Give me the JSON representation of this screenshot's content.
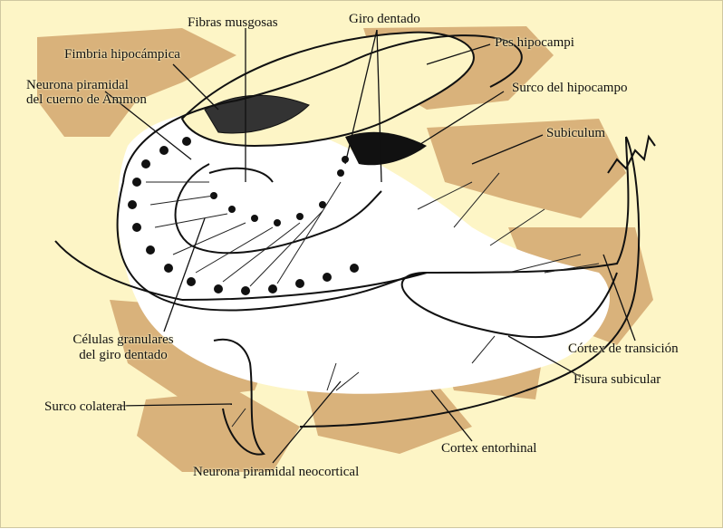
{
  "colors": {
    "background": "#fdf5c6",
    "tissue": "#d9b27b",
    "ink": "#111111",
    "white_matter": "#ffffff"
  },
  "labels": {
    "fibras_musgosas": "Fibras musgosas",
    "giro_dentado": "Giro dentado",
    "fimbria_hipocampica": "Fimbria hipocámpica",
    "pes_hipocampi": "Pes hipocampi",
    "neurona_piramidal_ammon_l1": "Neurona piramidal",
    "neurona_piramidal_ammon_l2": "del cuerno de Ammon",
    "surco_hipocampo": "Surco del hipocampo",
    "subiculum": "Subiculum",
    "celulas_granulares_l1": "Células granulares",
    "celulas_granulares_l2": "del giro dentado",
    "cortex_transicion": "Córtex de transición",
    "fisura_subicular": "Fisura subicular",
    "surco_colateral": "Surco colateral",
    "cortex_entorhinal": "Cortex entorhinal",
    "neurona_neocortical": "Neurona piramidal neocortical"
  }
}
